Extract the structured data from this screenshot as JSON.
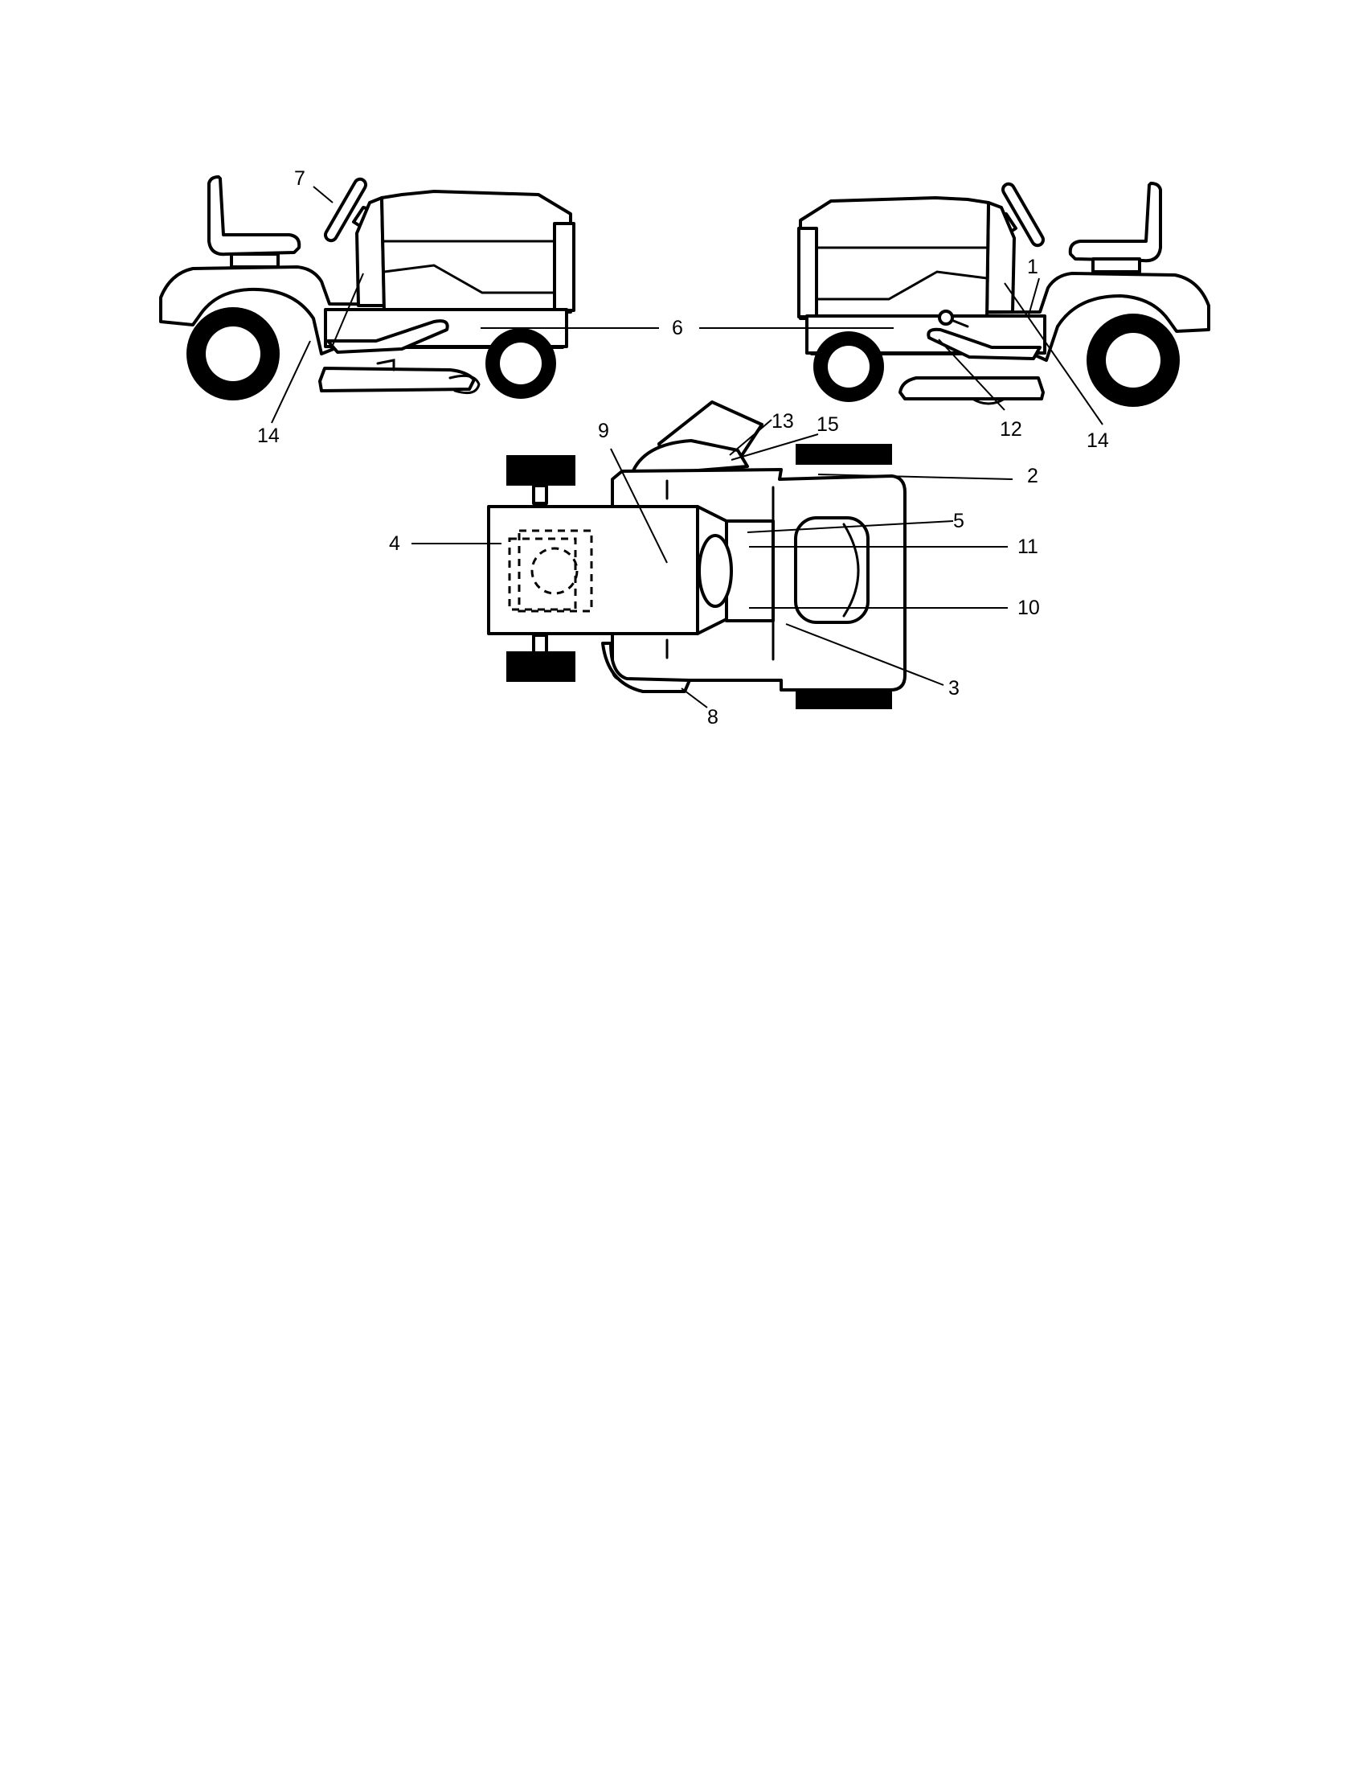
{
  "callouts": {
    "c1": "1",
    "c2": "2",
    "c3": "3",
    "c4": "4",
    "c5": "5",
    "c6": "6",
    "c7": "7",
    "c8": "8",
    "c9": "9",
    "c10": "10",
    "c11": "11",
    "c12": "12",
    "c13": "13",
    "c14_left": "14",
    "c14_right": "14",
    "c15": "15"
  },
  "colors": {
    "line": "#000000",
    "background": "#ffffff"
  }
}
